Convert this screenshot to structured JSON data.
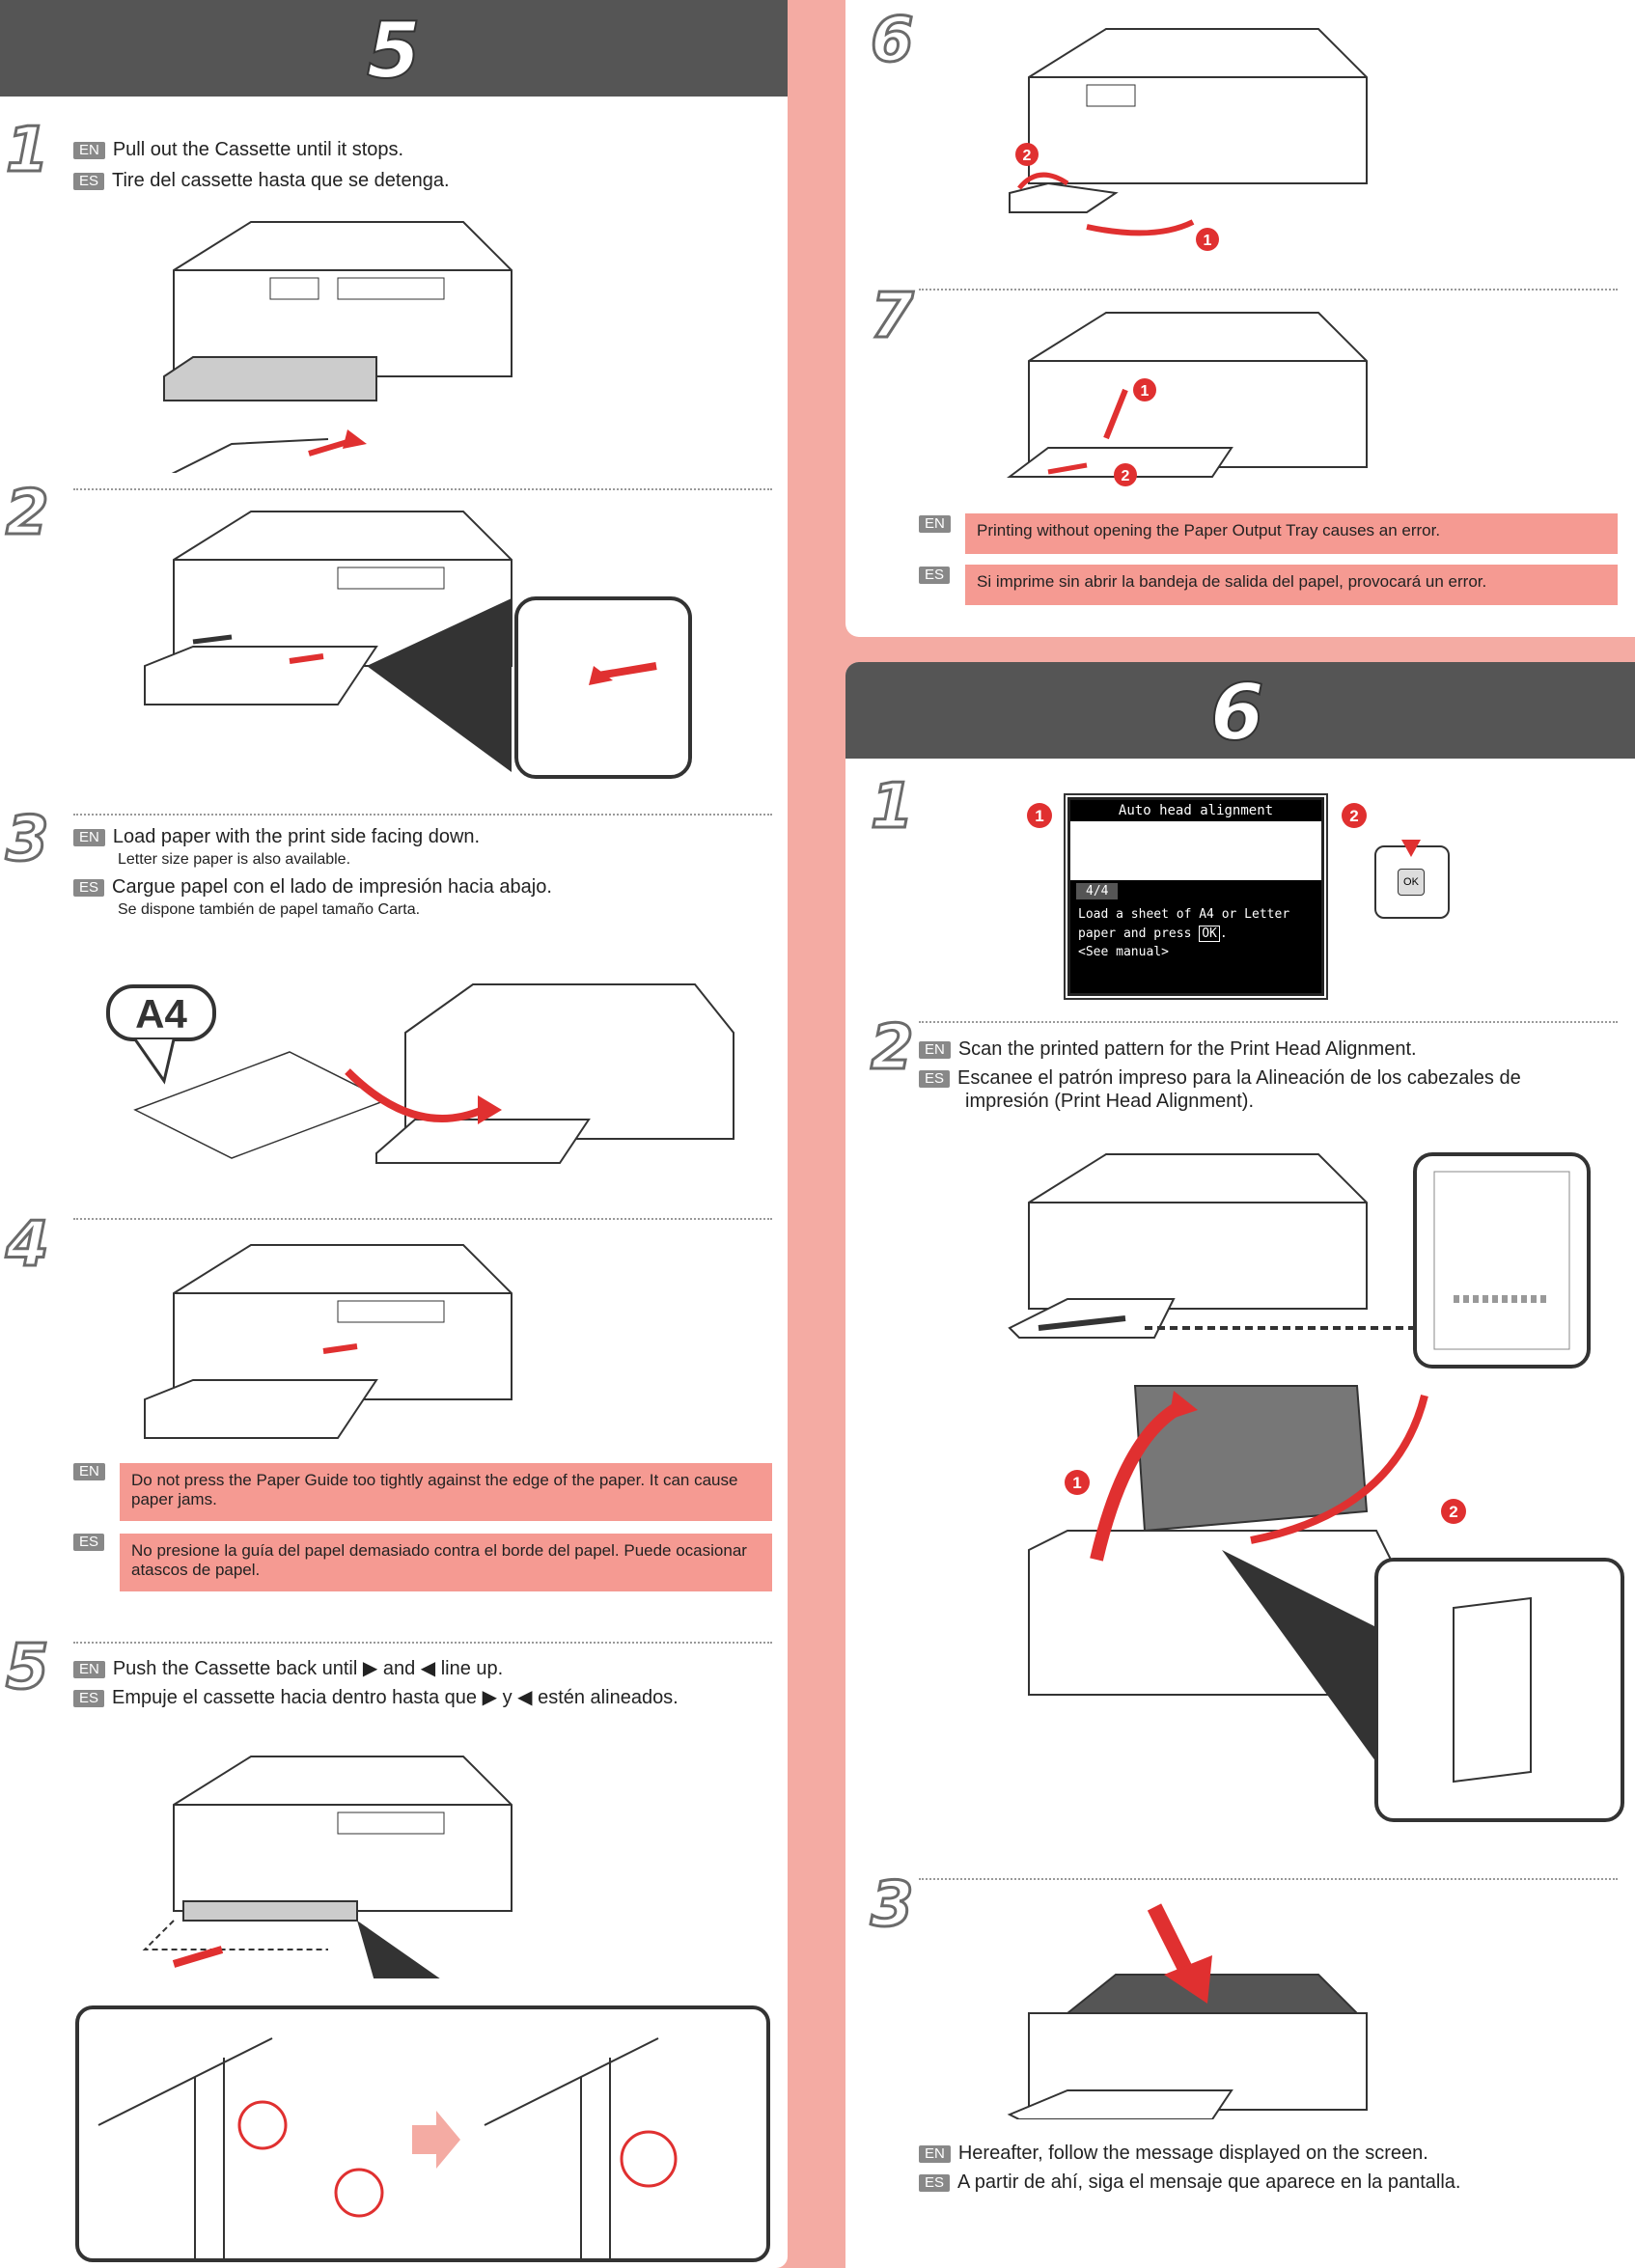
{
  "left_section": {
    "number": "5"
  },
  "right_section": {
    "number": "6"
  },
  "lang": {
    "en": "EN",
    "es": "ES"
  },
  "steps_left": [
    {
      "num": "1",
      "en": "Pull out the Cassette until it stops.",
      "es": "Tire del cassette hasta que se detenga."
    },
    {
      "num": "2"
    },
    {
      "num": "3",
      "en": "Load paper with the print side facing down.",
      "en_sub": "Letter size paper is also available.",
      "es": "Cargue papel con el lado de impresión hacia abajo.",
      "es_sub": "Se dispone también de papel tamaño Carta.",
      "paper_label": "A4"
    },
    {
      "num": "4",
      "warn_en": "Do not press the Paper Guide too tightly against the edge of the paper. It can cause paper jams.",
      "warn_es": "No presione la guía del papel demasiado contra el borde del papel. Puede ocasionar atascos de papel."
    },
    {
      "num": "5",
      "en_a": "Push the Cassette back until",
      "en_b": "and",
      "en_c": "line up.",
      "es_a": "Empuje el cassette hacia dentro hasta que",
      "es_b": "y",
      "es_c": "estén alineados."
    }
  ],
  "steps_right_top": [
    {
      "num": "6",
      "badges": [
        "2",
        "1"
      ]
    },
    {
      "num": "7",
      "badges": [
        "1",
        "2"
      ],
      "warn_en": "Printing without opening the Paper Output Tray causes an error.",
      "warn_es": "Si imprime sin abrir la bandeja de salida del papel, provocará un error."
    }
  ],
  "steps_right": [
    {
      "num": "1",
      "badges": [
        "1",
        "2"
      ],
      "screen": {
        "title": "Auto head alignment",
        "page": "4/4",
        "msg1": "Load a sheet of A4 or Letter",
        "msg2a": "paper and press",
        "msg2b": "OK",
        "msg2c": ".",
        "msg3": "<See manual>"
      },
      "ok_button": "OK"
    },
    {
      "num": "2",
      "en": "Scan the printed pattern for the Print Head Alignment.",
      "es_1": "Escanee el patrón impreso para la Alineación de los cabezales de",
      "es_2": "impresión (Print Head Alignment).",
      "badges": [
        "1",
        "2"
      ]
    },
    {
      "num": "3",
      "en": "Hereafter, follow the message displayed on the screen.",
      "es": "A partir de ahí, siga el mensaje que aparece en la pantalla."
    }
  ],
  "colors": {
    "accent": "#e03030",
    "warning_bg": "#f59a92",
    "page_bg": "#f4aba3",
    "header_bg": "#555555"
  }
}
